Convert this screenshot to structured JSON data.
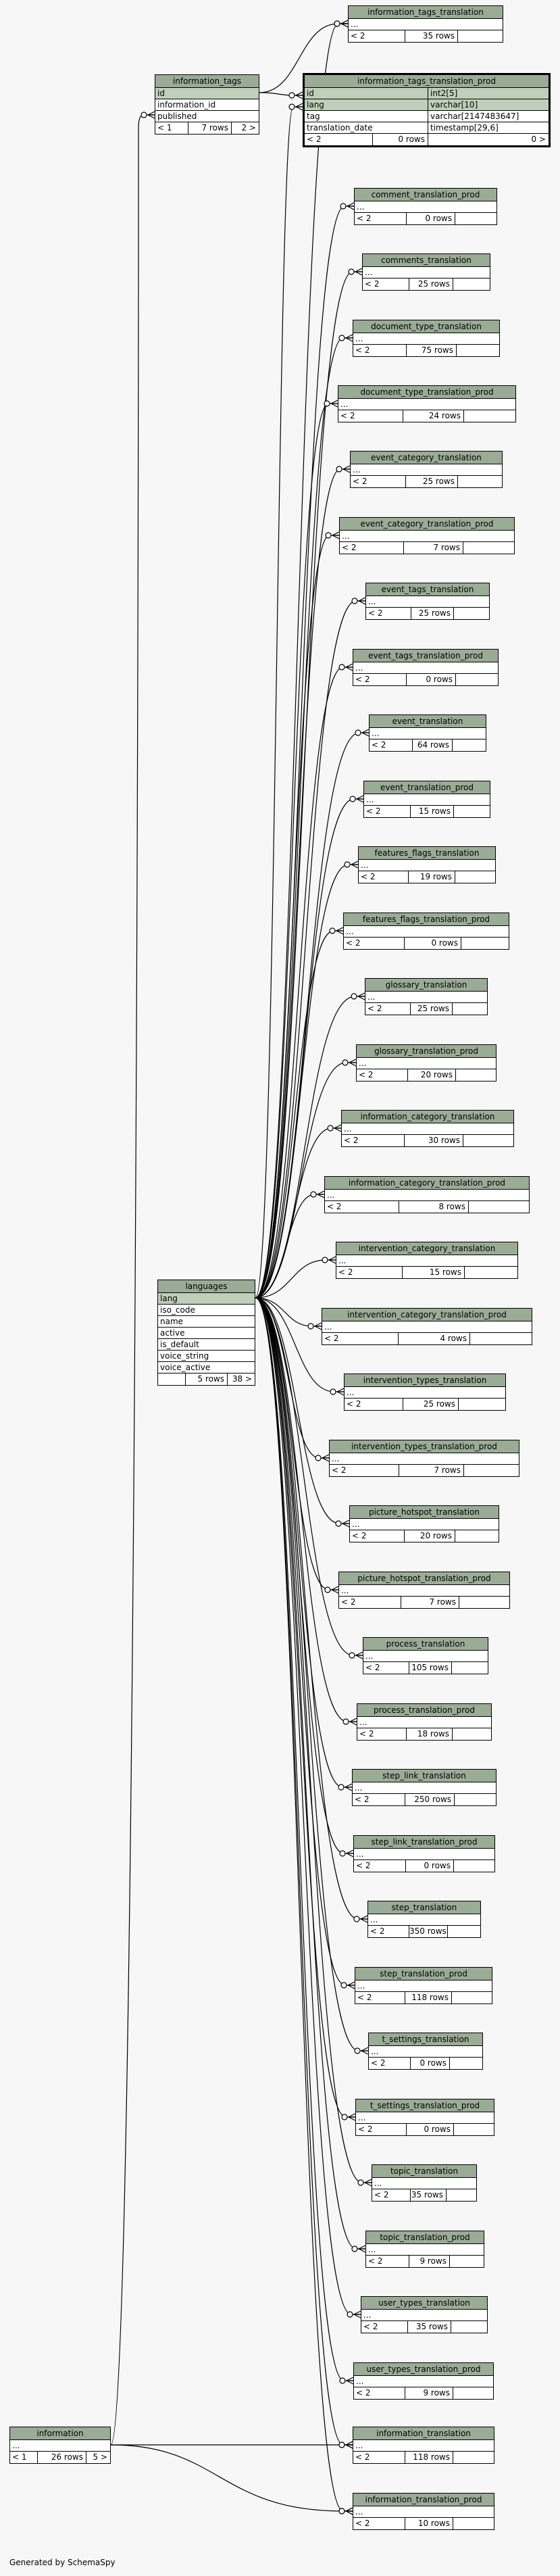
{
  "footer": "Generated by SchemaSpy",
  "tables": {
    "information_tags": {
      "title": "information_tags",
      "columns": [
        "id",
        "information_id",
        "published"
      ],
      "foot": [
        "< 1",
        "7 rows",
        "2 >"
      ]
    },
    "languages": {
      "title": "languages",
      "columns": [
        "lang",
        "iso_code",
        "name",
        "active",
        "is_default",
        "voice_string",
        "voice_active"
      ],
      "foot": [
        "",
        "5 rows",
        "38 >"
      ]
    },
    "information": {
      "title": "information",
      "columns": [
        "..."
      ],
      "foot": [
        "< 1",
        "26 rows",
        "5 >"
      ]
    },
    "information_tags_translation_prod": {
      "title": "information_tags_translation_prod",
      "columns": [
        {
          "name": "id",
          "type": "int2[5]"
        },
        {
          "name": "lang",
          "type": "varchar[10]"
        },
        {
          "name": "tag",
          "type": "varchar[2147483647]"
        },
        {
          "name": "translation_date",
          "type": "timestamp[29,6]"
        }
      ],
      "foot": [
        "< 2",
        "0 rows",
        "0 >"
      ]
    },
    "children": [
      {
        "title": "information_tags_translation",
        "rows": "35 rows"
      },
      {
        "title": "comment_translation_prod",
        "rows": "0 rows"
      },
      {
        "title": "comments_translation",
        "rows": "25 rows"
      },
      {
        "title": "document_type_translation",
        "rows": "75 rows"
      },
      {
        "title": "document_type_translation_prod",
        "rows": "24 rows"
      },
      {
        "title": "event_category_translation",
        "rows": "25 rows"
      },
      {
        "title": "event_category_translation_prod",
        "rows": "7 rows"
      },
      {
        "title": "event_tags_translation",
        "rows": "25 rows"
      },
      {
        "title": "event_tags_translation_prod",
        "rows": "0 rows"
      },
      {
        "title": "event_translation",
        "rows": "64 rows"
      },
      {
        "title": "event_translation_prod",
        "rows": "15 rows"
      },
      {
        "title": "features_flags_translation",
        "rows": "19 rows"
      },
      {
        "title": "features_flags_translation_prod",
        "rows": "0 rows"
      },
      {
        "title": "glossary_translation",
        "rows": "25 rows"
      },
      {
        "title": "glossary_translation_prod",
        "rows": "20 rows"
      },
      {
        "title": "information_category_translation",
        "rows": "30 rows"
      },
      {
        "title": "information_category_translation_prod",
        "rows": "8 rows"
      },
      {
        "title": "intervention_category_translation",
        "rows": "15 rows"
      },
      {
        "title": "intervention_category_translation_prod",
        "rows": "4 rows"
      },
      {
        "title": "intervention_types_translation",
        "rows": "25 rows"
      },
      {
        "title": "intervention_types_translation_prod",
        "rows": "7 rows"
      },
      {
        "title": "picture_hotspot_translation",
        "rows": "20 rows"
      },
      {
        "title": "picture_hotspot_translation_prod",
        "rows": "7 rows"
      },
      {
        "title": "process_translation",
        "rows": "105 rows"
      },
      {
        "title": "process_translation_prod",
        "rows": "18 rows"
      },
      {
        "title": "step_link_translation",
        "rows": "250 rows"
      },
      {
        "title": "step_link_translation_prod",
        "rows": "0 rows"
      },
      {
        "title": "step_translation",
        "rows": "350 rows"
      },
      {
        "title": "step_translation_prod",
        "rows": "118 rows"
      },
      {
        "title": "t_settings_translation",
        "rows": "0 rows"
      },
      {
        "title": "t_settings_translation_prod",
        "rows": "0 rows"
      },
      {
        "title": "topic_translation",
        "rows": "35 rows"
      },
      {
        "title": "topic_translation_prod",
        "rows": "9 rows"
      },
      {
        "title": "user_types_translation",
        "rows": "35 rows"
      },
      {
        "title": "user_types_translation_prod",
        "rows": "9 rows"
      },
      {
        "title": "information_translation",
        "rows": "118 rows"
      },
      {
        "title": "information_translation_prod",
        "rows": "10 rows"
      }
    ],
    "child_column": "...",
    "child_parents": "< 2"
  },
  "colors": {
    "header": "#9aab96",
    "key_row": "#bfcfb9",
    "background": "#f7f7f7"
  }
}
